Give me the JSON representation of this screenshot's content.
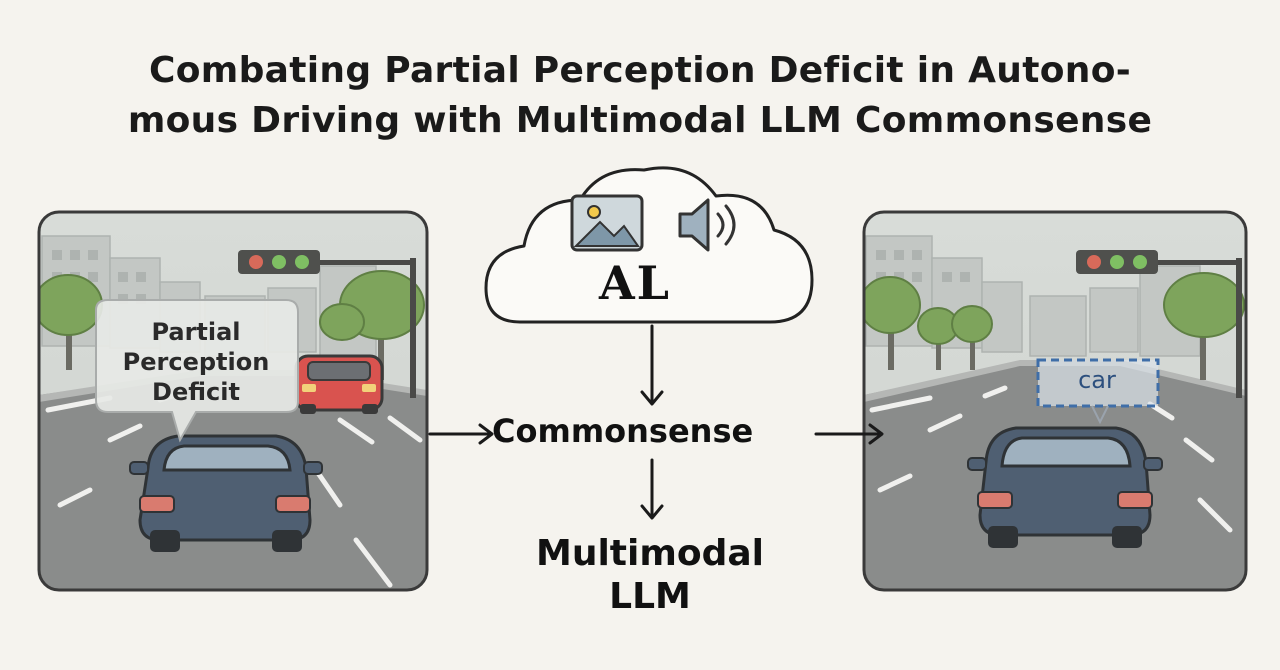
{
  "title": {
    "line1": "Combating Partial Perception Deficit in Autono-",
    "line2": "mous Driving with Multimodal LLM Commonsense"
  },
  "cloud": {
    "label": "AL",
    "icons": [
      "image-icon",
      "speaker-icon"
    ]
  },
  "left_panel": {
    "bubble_lines": [
      "Partial",
      "Perception",
      "Deficit"
    ]
  },
  "center": {
    "commonsense": "Commonsense",
    "llm_line1": "Multimodal",
    "llm_line2": "LLM"
  },
  "right_panel": {
    "detection_label": "car"
  },
  "colors": {
    "background": "#f5f3ee",
    "road": "#8a8c8b",
    "lead_car": "#d9534f",
    "ego_car": "#4f5f72",
    "detection_box": "#3f6ea8",
    "tree": "#7ea45c"
  }
}
